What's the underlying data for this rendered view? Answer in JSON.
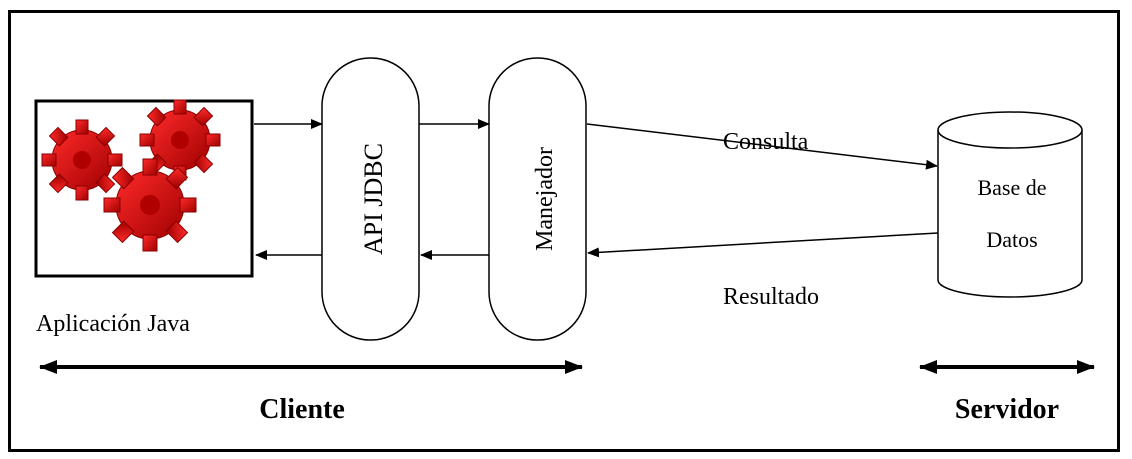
{
  "app": {
    "image_label": "Aplicación Java",
    "icon": "gears-icon",
    "gear_color": "#dd0000"
  },
  "client_layer": {
    "api_label": "API JDBC",
    "driver_label": "Manejador"
  },
  "server": {
    "db_label_line1": "Base de",
    "db_label_line2": "Datos"
  },
  "flows": {
    "query_label": "Consulta",
    "result_label": "Resultado"
  },
  "zones": {
    "client_label": "Cliente",
    "server_label": "Servidor"
  }
}
